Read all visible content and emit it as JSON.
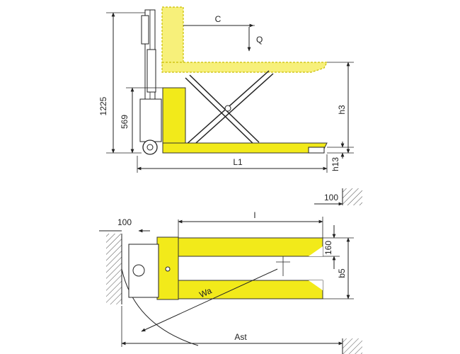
{
  "labels": {
    "C": "C",
    "Q": "Q",
    "dim_1225": "1225",
    "dim_569": "569",
    "h3": "h3",
    "L1": "L1",
    "h13": "h13",
    "dim_100_top": "100",
    "dim_100_left": "100",
    "l": "l",
    "dim_160": "160",
    "b5": "b5",
    "Wa": "Wa",
    "Ast": "Ast"
  },
  "colors": {
    "body_yellow": "#f2ea1a",
    "outline": "#222222"
  }
}
